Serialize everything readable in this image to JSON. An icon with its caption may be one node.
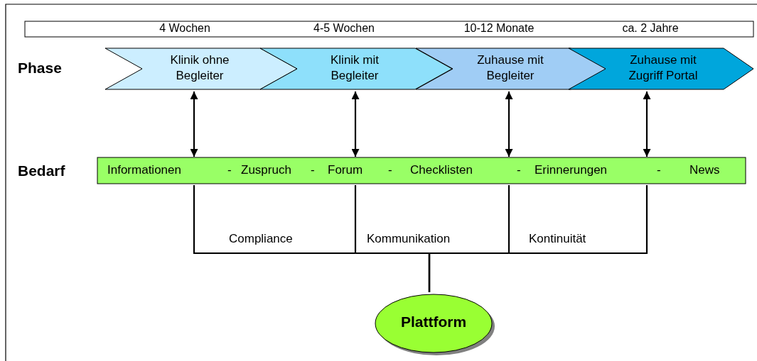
{
  "diagram": {
    "nodes": [
      {
        "text": [
          "4 Wochen",
          "4-5 Wochen",
          "10-12 Monate",
          "ca. 2 Jahre"
        ]
      },
      {
        "text": [
          "Klinik ohne Begleiter"
        ]
      },
      {
        "text": [
          "Klinik mit Begleiter"
        ]
      },
      {
        "text": [
          "Zuhause mit Begleiter"
        ]
      },
      {
        "text": [
          "Zuhause mit Zugriff Portal"
        ]
      },
      {
        "text": [
          "Informationen",
          "-",
          "Zuspruch",
          "-",
          "Forum",
          "-",
          "Checklisten",
          "-",
          "Erinnerungen",
          "-",
          "News"
        ]
      },
      {
        "text": [
          "Plattform"
        ]
      }
    ],
    "edges": [
      {
        "from": 1,
        "to": 5,
        "arrow": "both"
      },
      {
        "from": 2,
        "to": 5,
        "arrow": "both"
      },
      {
        "from": 3,
        "to": 5,
        "arrow": "both"
      },
      {
        "from": 4,
        "to": 5,
        "arrow": "both"
      },
      {
        "from": 5,
        "to": 6,
        "arrow": "none"
      },
      {
        "from": 5,
        "to": 6,
        "arrow": "none"
      },
      {
        "from": 5,
        "to": 6,
        "arrow": "none"
      },
      {
        "from": 5,
        "to": 6,
        "arrow": "none"
      }
    ],
    "labels": [
      "Phase",
      "Bedarf",
      "Compliance",
      "Kommunikation",
      "Kontinuität"
    ]
  }
}
